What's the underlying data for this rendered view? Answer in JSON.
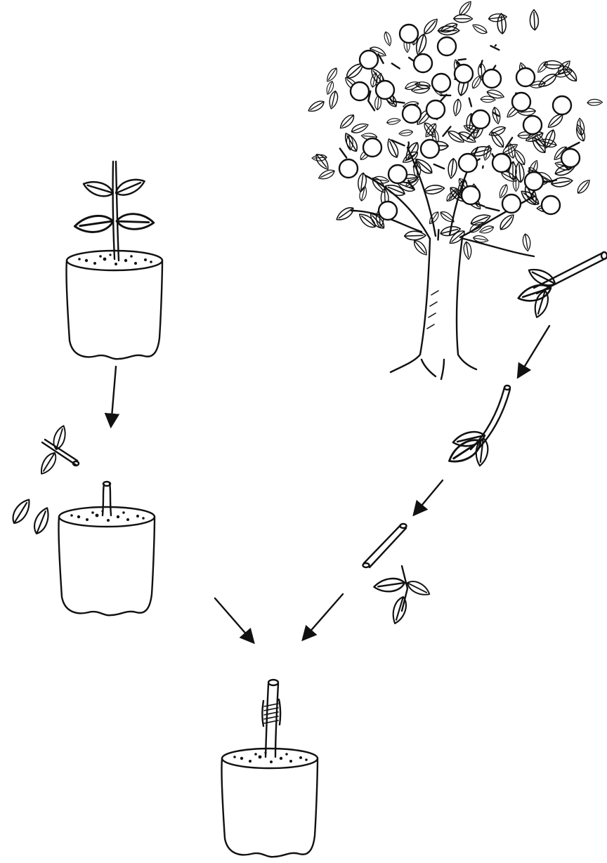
{
  "diagram": {
    "type": "illustration",
    "description_text": "",
    "colors": {
      "ink": "#111111",
      "background": "#ffffff"
    },
    "steps": [
      {
        "id": "seedling-rootstock",
        "icon": "seedling-in-pot-icon"
      },
      {
        "id": "decapitated-rootstock",
        "icon": "cut-rootstock-in-pot-icon"
      },
      {
        "id": "fruit-tree-scion-source",
        "icon": "orange-tree-icon"
      },
      {
        "id": "scion-twig",
        "icon": "twig-with-leaves-icon"
      },
      {
        "id": "scion-stick",
        "icon": "scion-stick-icon"
      },
      {
        "id": "grafted-plant",
        "icon": "grafted-plant-in-pot-icon"
      }
    ],
    "arrows": [
      {
        "from": "seedling-rootstock",
        "to": "decapitated-rootstock"
      },
      {
        "from": "fruit-tree-scion-source",
        "to": "scion-twig"
      },
      {
        "from": "scion-twig",
        "to": "scion-stick"
      },
      {
        "from": "decapitated-rootstock",
        "to": "grafted-plant"
      },
      {
        "from": "scion-stick",
        "to": "grafted-plant"
      }
    ]
  }
}
